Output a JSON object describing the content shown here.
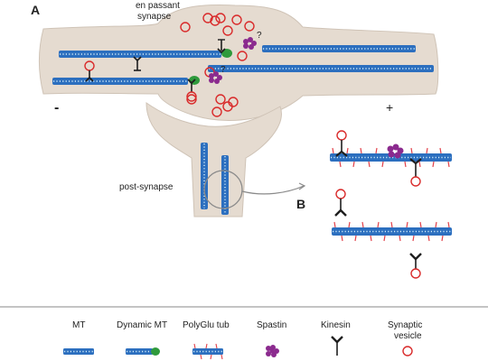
{
  "panels": {
    "a": "A",
    "b": "B"
  },
  "labels": {
    "en_passant_line1": "en passant",
    "en_passant_line2": "synapse",
    "minus": "-",
    "plus": "+",
    "post_synapse": "post-synapse",
    "question": "?"
  },
  "legend": [
    {
      "label": "MT",
      "icon": "microtubule-icon"
    },
    {
      "label": "Dynamic MT",
      "icon": "dynamic-microtubule-icon"
    },
    {
      "label": "PolyGlu tub",
      "icon": "polyglutamylated-tubulin-icon"
    },
    {
      "label": "Spastin",
      "icon": "spastin-icon"
    },
    {
      "label": "Kinesin",
      "icon": "kinesin-icon"
    },
    {
      "label_line1": "Synaptic",
      "label_line2": "vesicle",
      "icon": "synaptic-vesicle-icon"
    }
  ],
  "colors": {
    "axon": "#e5dbd0",
    "axon_outline": "#cfc3b6",
    "microtubule": "#2c6fbf",
    "dynamic_tip": "#2f9a3c",
    "polyglu_tick": "#e2414a",
    "spastin": "#8b2a8e",
    "kinesin": "#1f1f1f",
    "vesicle": "#d92b2b",
    "divider": "#c4c4c4"
  }
}
